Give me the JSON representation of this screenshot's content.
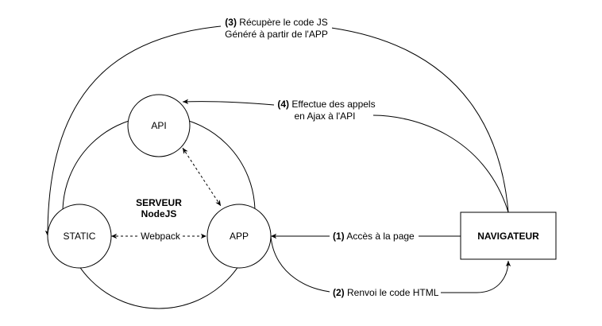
{
  "nodes": {
    "api": "API",
    "app": "APP",
    "static": "STATIC",
    "navigateur": "NAVIGATEUR",
    "server_line1": "SERVEUR",
    "server_line2": "NodeJS"
  },
  "edges": {
    "webpack": "Webpack",
    "step1": {
      "num": "(1)",
      "text": " Accès à la page"
    },
    "step2": {
      "num": "(2)",
      "text": " Renvoi le code HTML"
    },
    "step3": {
      "num": "(3)",
      "text": " Récupère le code JS",
      "line2": "Généré à partir de l'APP"
    },
    "step4": {
      "num": "(4)",
      "text": " Effectue des appels",
      "line2": "en Ajax à l'API"
    }
  }
}
